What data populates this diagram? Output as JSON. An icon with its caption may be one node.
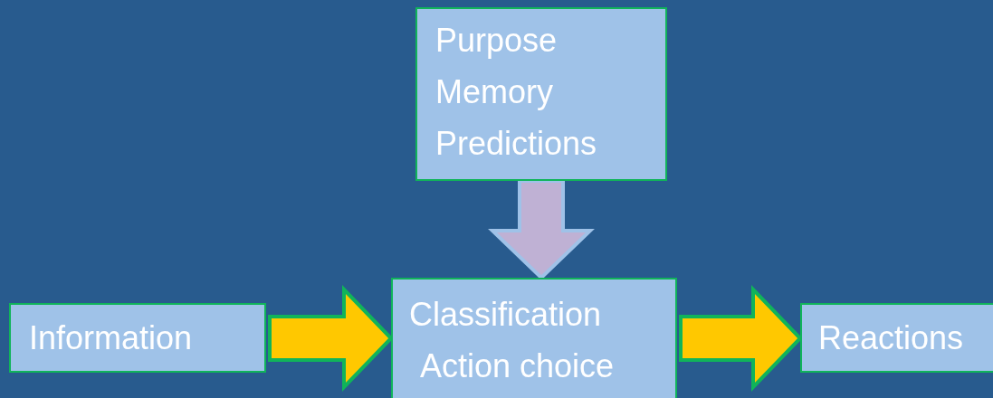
{
  "diagram": {
    "nodes": [
      {
        "text": [
          "Purpose",
          "Memory",
          "Predictions"
        ]
      },
      {
        "text": [
          "Information"
        ]
      },
      {
        "text": [
          "Classification",
          "Action choice"
        ]
      },
      {
        "text": [
          "Reactions"
        ]
      }
    ],
    "edges": [
      {
        "from": 0,
        "to": 2,
        "arrow": "to",
        "color": "#bfb1d4"
      },
      {
        "from": 1,
        "to": 2,
        "arrow": "to"
      },
      {
        "from": 2,
        "to": 3,
        "arrow": "to"
      }
    ]
  }
}
